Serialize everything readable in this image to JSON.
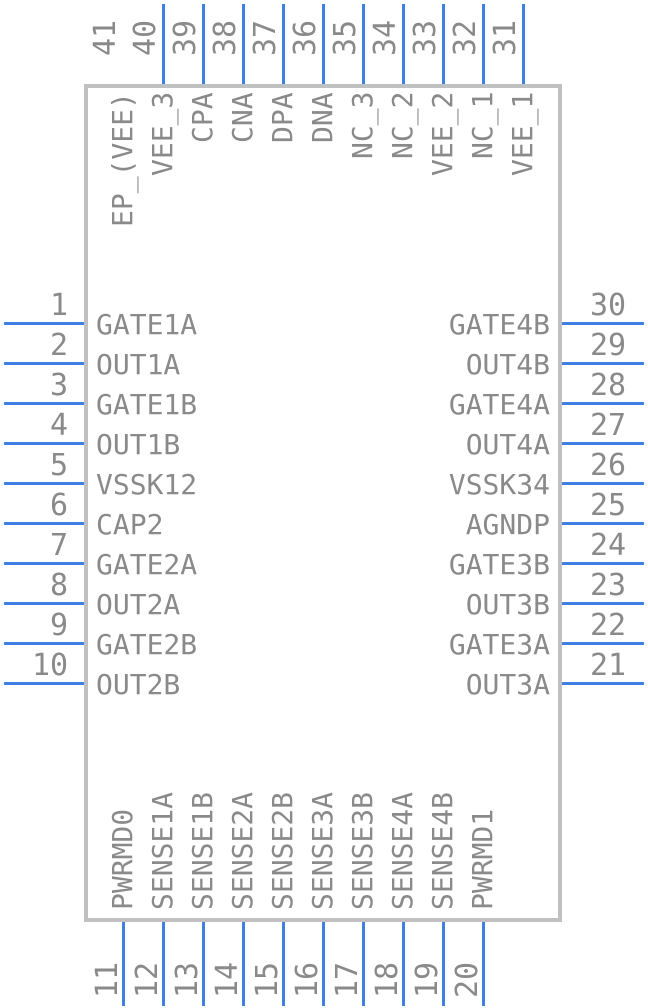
{
  "component": {
    "left_pins": [
      {
        "number": "1",
        "name": "GATE1A"
      },
      {
        "number": "2",
        "name": "OUT1A"
      },
      {
        "number": "3",
        "name": "GATE1B"
      },
      {
        "number": "4",
        "name": "OUT1B"
      },
      {
        "number": "5",
        "name": "VSSK12"
      },
      {
        "number": "6",
        "name": "CAP2"
      },
      {
        "number": "7",
        "name": "GATE2A"
      },
      {
        "number": "8",
        "name": "OUT2A"
      },
      {
        "number": "9",
        "name": "GATE2B"
      },
      {
        "number": "10",
        "name": "OUT2B"
      }
    ],
    "right_pins": [
      {
        "number": "30",
        "name": "GATE4B"
      },
      {
        "number": "29",
        "name": "OUT4B"
      },
      {
        "number": "28",
        "name": "GATE4A"
      },
      {
        "number": "27",
        "name": "OUT4A"
      },
      {
        "number": "26",
        "name": "VSSK34"
      },
      {
        "number": "25",
        "name": "AGNDP"
      },
      {
        "number": "24",
        "name": "GATE3B"
      },
      {
        "number": "23",
        "name": "OUT3B"
      },
      {
        "number": "22",
        "name": "GATE3A"
      },
      {
        "number": "21",
        "name": "OUT3A"
      }
    ],
    "bottom_pins": [
      {
        "number": "11",
        "name": "PWRMD0"
      },
      {
        "number": "12",
        "name": "SENSE1A"
      },
      {
        "number": "13",
        "name": "SENSE1B"
      },
      {
        "number": "14",
        "name": "SENSE2A"
      },
      {
        "number": "15",
        "name": "SENSE2B"
      },
      {
        "number": "16",
        "name": "SENSE3A"
      },
      {
        "number": "17",
        "name": "SENSE3B"
      },
      {
        "number": "18",
        "name": "SENSE4A"
      },
      {
        "number": "19",
        "name": "SENSE4B"
      },
      {
        "number": "20",
        "name": "PWRMD1"
      }
    ],
    "top_pins": [
      {
        "number": "41",
        "name": "EP_(VEE)"
      },
      {
        "number": "40",
        "name": "VEE_3"
      },
      {
        "number": "39",
        "name": "CPA"
      },
      {
        "number": "38",
        "name": "CNA"
      },
      {
        "number": "37",
        "name": "DPA"
      },
      {
        "number": "36",
        "name": "DNA"
      },
      {
        "number": "35",
        "name": "NC_3"
      },
      {
        "number": "34",
        "name": "NC_2"
      },
      {
        "number": "33",
        "name": "VEE_2"
      },
      {
        "number": "32",
        "name": "NC_1"
      },
      {
        "number": "31",
        "name": "VEE_1"
      }
    ],
    "colors": {
      "pin": "#3f7fe6",
      "outline": "#c0c0c0",
      "text": "#8a8a8a"
    }
  }
}
